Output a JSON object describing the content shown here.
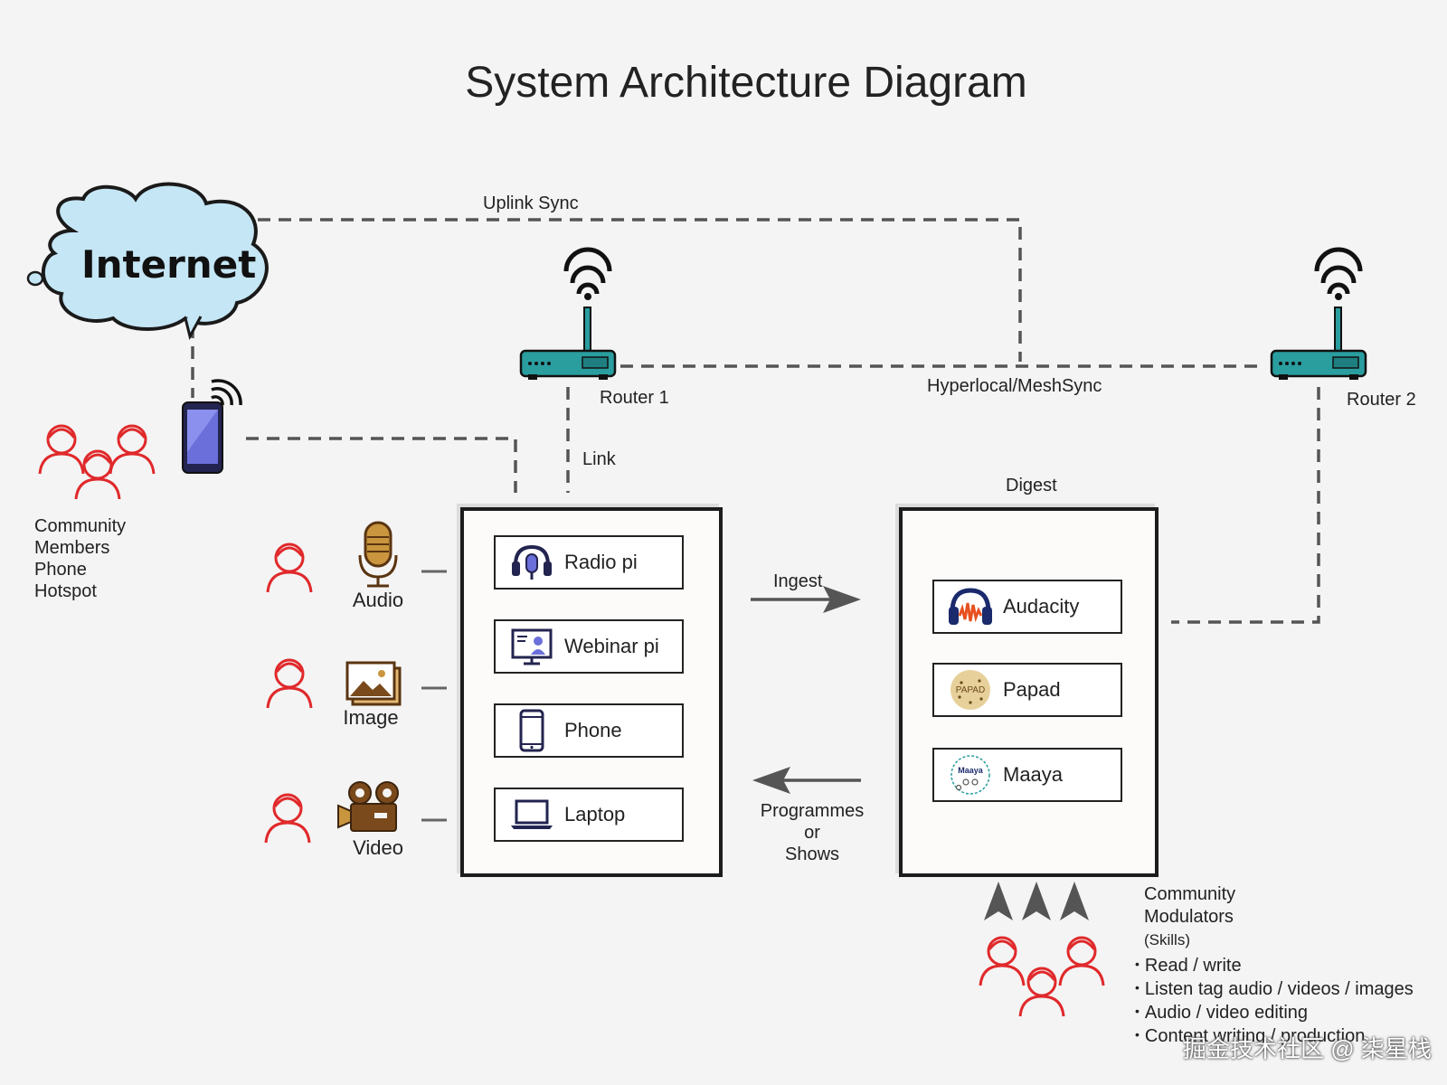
{
  "title": "System Architecture Diagram",
  "internet": {
    "label": "Internet"
  },
  "connections": {
    "uplink_sync": "Uplink Sync",
    "hyperlocal": "Hyperlocal/MeshSync",
    "link": "Link",
    "digest": "Digest",
    "ingest": "Ingest",
    "programmes": [
      "Programmes",
      "or",
      "Shows"
    ]
  },
  "routers": [
    {
      "label": "Router 1"
    },
    {
      "label": "Router 2"
    }
  ],
  "hotspot": {
    "label_lines": [
      "Community",
      "Members",
      "Phone",
      "Hotspot"
    ]
  },
  "media_inputs": [
    {
      "label": "Audio",
      "icon": "microphone-icon"
    },
    {
      "label": "Image",
      "icon": "image-icon"
    },
    {
      "label": "Video",
      "icon": "video-camera-icon"
    }
  ],
  "devices": [
    {
      "label": "Radio pi",
      "icon": "headset-mic-icon"
    },
    {
      "label": "Webinar pi",
      "icon": "webinar-screen-icon"
    },
    {
      "label": "Phone",
      "icon": "phone-icon"
    },
    {
      "label": "Laptop",
      "icon": "laptop-icon"
    }
  ],
  "tools": [
    {
      "label": "Audacity",
      "icon": "audacity-logo-icon"
    },
    {
      "label": "Papad",
      "icon": "papad-logo-icon",
      "logo_text": "PAPAD"
    },
    {
      "label": "Maaya",
      "icon": "maaya-logo-icon",
      "logo_text": "Maaya"
    }
  ],
  "modulators": {
    "title_lines": [
      "Community",
      "Modulators"
    ],
    "skills_label": "(Skills)",
    "skills": [
      "Read / write",
      "Listen tag audio / videos / images",
      "Audio / video editing",
      "Content writing / production"
    ]
  },
  "watermark": "掘金技术社区 @ 柒星栈",
  "colors": {
    "person_red": "#e0292b",
    "router_teal": "#2a9d9f",
    "cloud_blue": "#c5e6f5",
    "media_brown": "#7a4a1c",
    "line_gray": "#555555"
  }
}
